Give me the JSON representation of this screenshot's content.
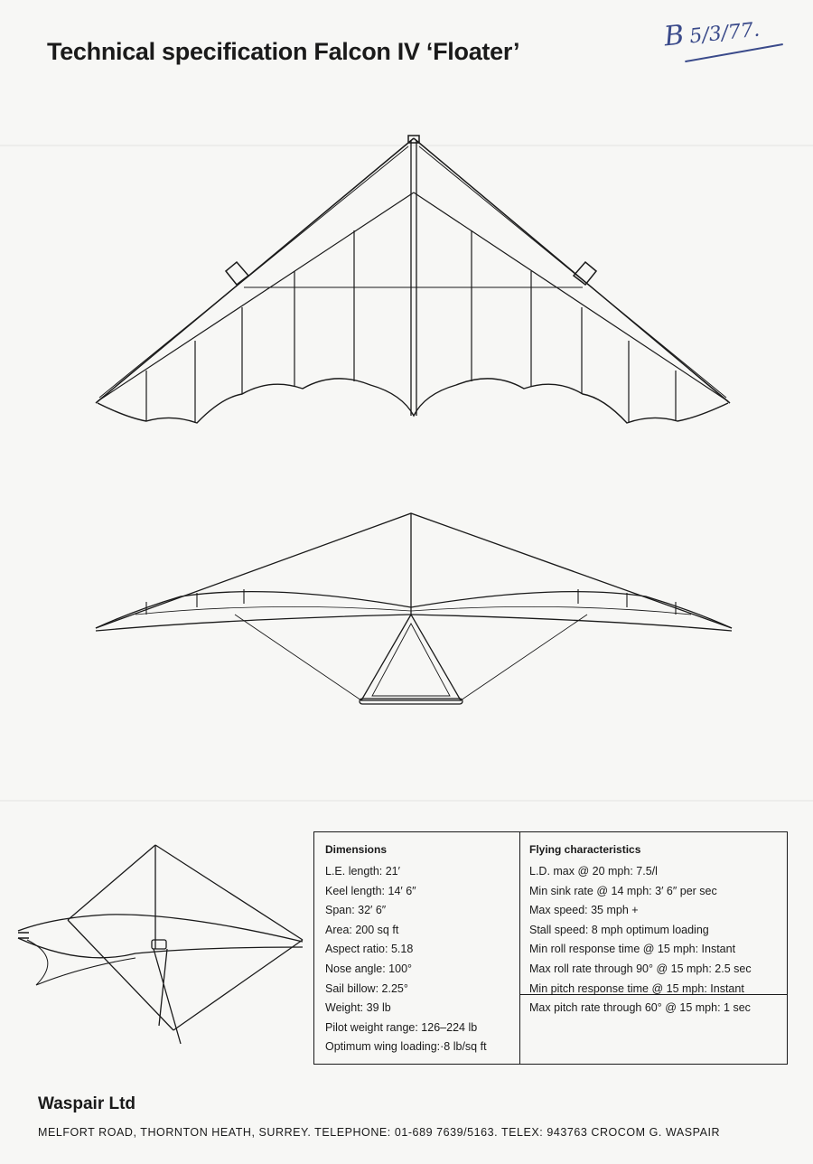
{
  "header": {
    "title": "Technical specification Falcon IV ‘Floater’",
    "annotation_initials": "B",
    "annotation_date": "5/3/77."
  },
  "figures": {
    "top_view_icon": "hang-glider-top-view",
    "front_view_icon": "hang-glider-front-view",
    "perspective_view_icon": "hang-glider-perspective-view"
  },
  "specs": {
    "dimensions": {
      "heading": "Dimensions",
      "items": [
        "L.E. length: 21′",
        "Keel length: 14′ 6″",
        "Span: 32′ 6″",
        "Area: 200 sq ft",
        "Aspect ratio: 5.18",
        "Nose angle: 100°",
        "Sail billow: 2.25°",
        "Weight: 39 lb",
        "Pilot weight range: 126–224 lb",
        "Optimum wing loading:·8 lb/sq ft"
      ]
    },
    "flying": {
      "heading": "Flying characteristics",
      "items": [
        "L.D. max @ 20 mph: 7.5/l",
        "Min sink rate @ 14 mph: 3′ 6″ per sec",
        "Max speed: 35 mph +",
        "Stall speed: 8 mph optimum loading",
        "Min roll response time @ 15 mph: Instant",
        "Max roll rate through 90° @ 15 mph: 2.5 sec",
        "Min pitch response time @ 15 mph: Instant",
        "Max pitch rate through 60° @ 15 mph: 1 sec"
      ]
    }
  },
  "footer": {
    "company": "Waspair Ltd",
    "address": "MELFORT ROAD, THORNTON HEATH, SURREY. TELEPHONE: 01-689 7639/5163. TELEX: 943763 CROCOM G. WASPAIR"
  }
}
